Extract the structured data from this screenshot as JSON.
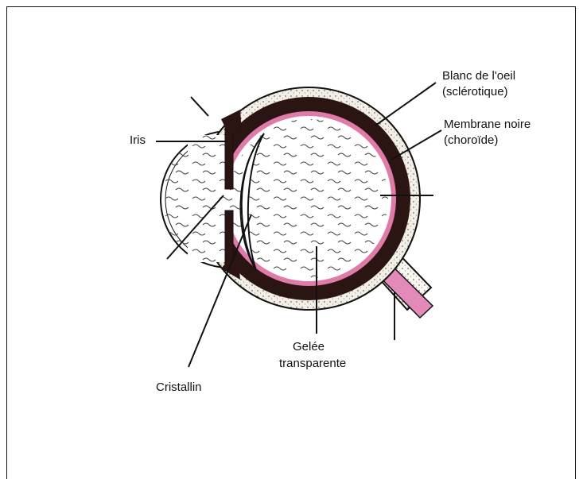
{
  "labels": {
    "sclera_line1": "Blanc de l'oeil",
    "sclera_line2": "(sclérotique)",
    "choroid_line1": "Membrane noire",
    "choroid_line2": "(choroïde)",
    "iris": "Iris",
    "lens": "Cristallin",
    "vitreous_line1": "Gelée",
    "vitreous_line2": "transparente"
  },
  "colors": {
    "outline": "#111111",
    "choroid": "#2a1512",
    "retina": "#e07aa8",
    "optic_nerve": "#e48ab8",
    "sclera_fill": "#f3efe6",
    "wave": "#333333"
  }
}
